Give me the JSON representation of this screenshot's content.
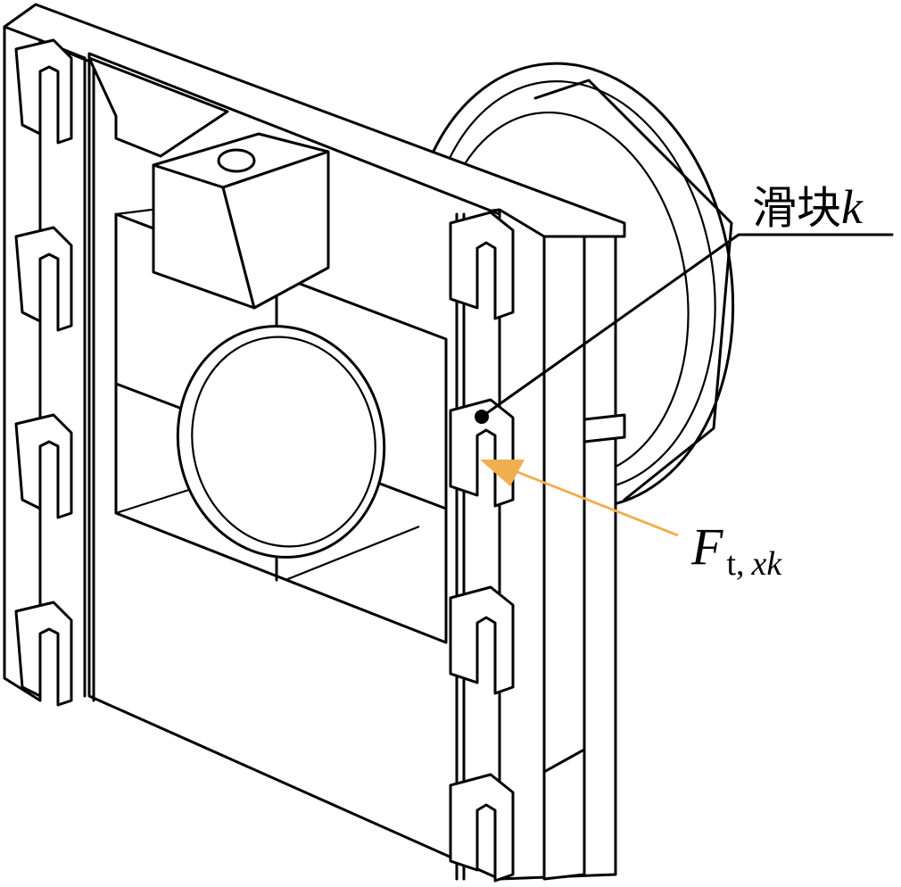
{
  "labels": {
    "slider": {
      "text": "滑块",
      "var": "k"
    },
    "force": {
      "var": "F",
      "sub_t": "t,",
      "sub_xk": "xk"
    }
  },
  "colors": {
    "line": "#000000",
    "force_arrow": "#f0b050",
    "background": "#ffffff"
  }
}
